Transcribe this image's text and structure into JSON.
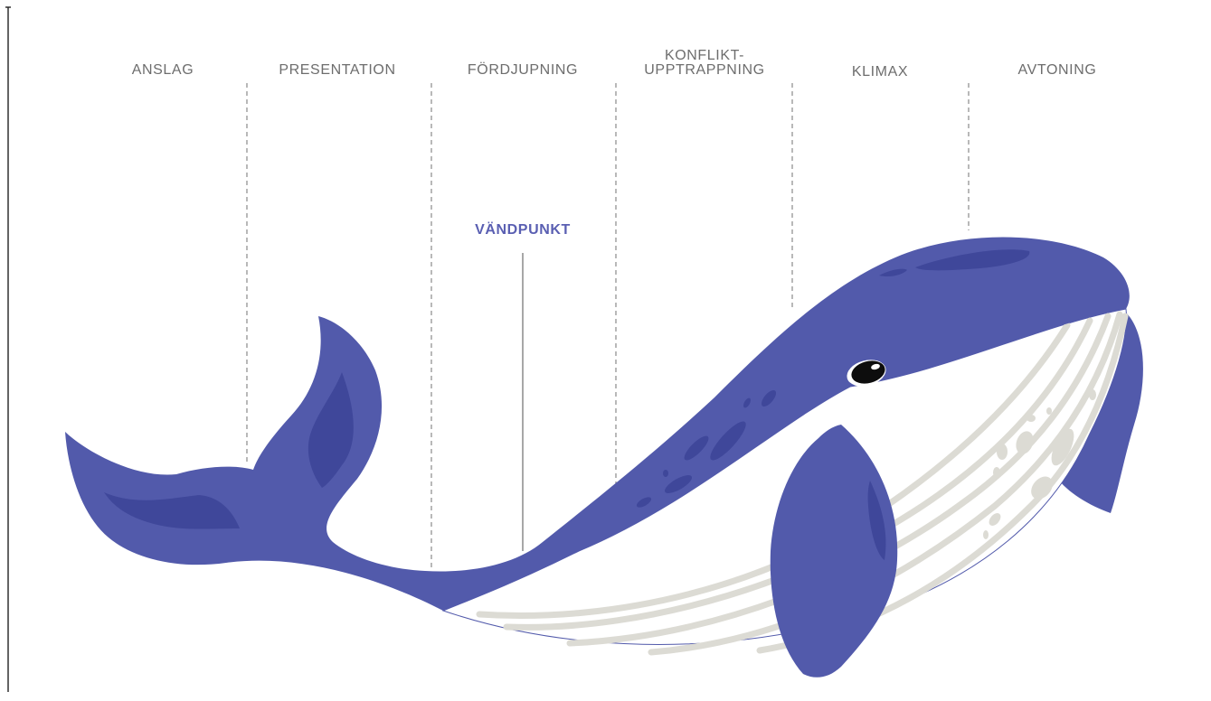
{
  "phases": [
    {
      "label": "ANSLAG"
    },
    {
      "label": "PRESENTATION"
    },
    {
      "label": "FÖRDJUPNING"
    },
    {
      "label": "KONFLIKT-",
      "label2": "UPPTRAPPNING"
    },
    {
      "label": "KLIMAX"
    },
    {
      "label": "AVTONING"
    }
  ],
  "turning_point": {
    "label": "VÄNDPUNKT"
  },
  "colors": {
    "whale_body": "#525aab",
    "whale_dark": "#3f479a",
    "whale_belly": "#ffffff",
    "belly_groove": "#dcdbd4",
    "turning_point": "#5a5fb2",
    "phase_text": "#6d6d6d"
  },
  "illustration": "whale"
}
